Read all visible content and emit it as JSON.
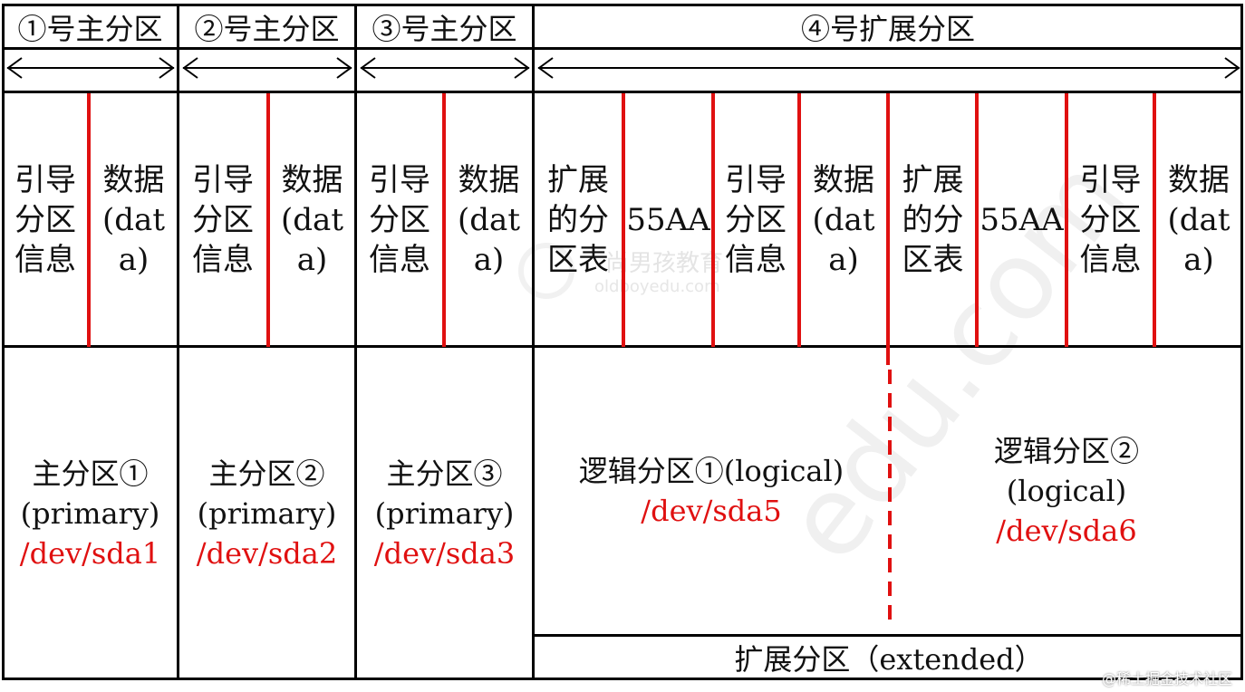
{
  "headers": [
    "①号主分区",
    "②号主分区",
    "③号主分区",
    "④号扩展分区"
  ],
  "cells": [
    "引导\n分区\n信息",
    "数据\n(dat\na)",
    "引导\n分区\n信息",
    "数据\n(dat\na)",
    "引导\n分区\n信息",
    "数据\n(dat\na)",
    "扩展\n的分\n区表",
    "55AA",
    "引导\n分区\n信息",
    "数据\n(dat\na)",
    "扩展\n的分\n区表",
    "55AA",
    "引导\n分区\n信息",
    "数据\n(dat\na)"
  ],
  "primary": [
    {
      "title": "主分区①",
      "type": "(primary)",
      "dev": "/dev/sda1"
    },
    {
      "title": "主分区②",
      "type": "(primary)",
      "dev": "/dev/sda2"
    },
    {
      "title": "主分区③",
      "type": "(primary)",
      "dev": "/dev/sda3"
    }
  ],
  "logical": [
    {
      "line1": "逻辑分区①(logical)",
      "dev": "/dev/sda5"
    },
    {
      "line1": "逻辑分区②",
      "line2": "(logical)",
      "dev": "/dev/sda6"
    }
  ],
  "extended_label": "扩展分区（extended）",
  "watermark": {
    "brand": "尚男孩教育",
    "url": "oldboyedu.com",
    "big": "edu.com"
  },
  "footer": "@稀土掘金技术社区",
  "colors": {
    "line": "#000000",
    "accent": "#e01010"
  }
}
